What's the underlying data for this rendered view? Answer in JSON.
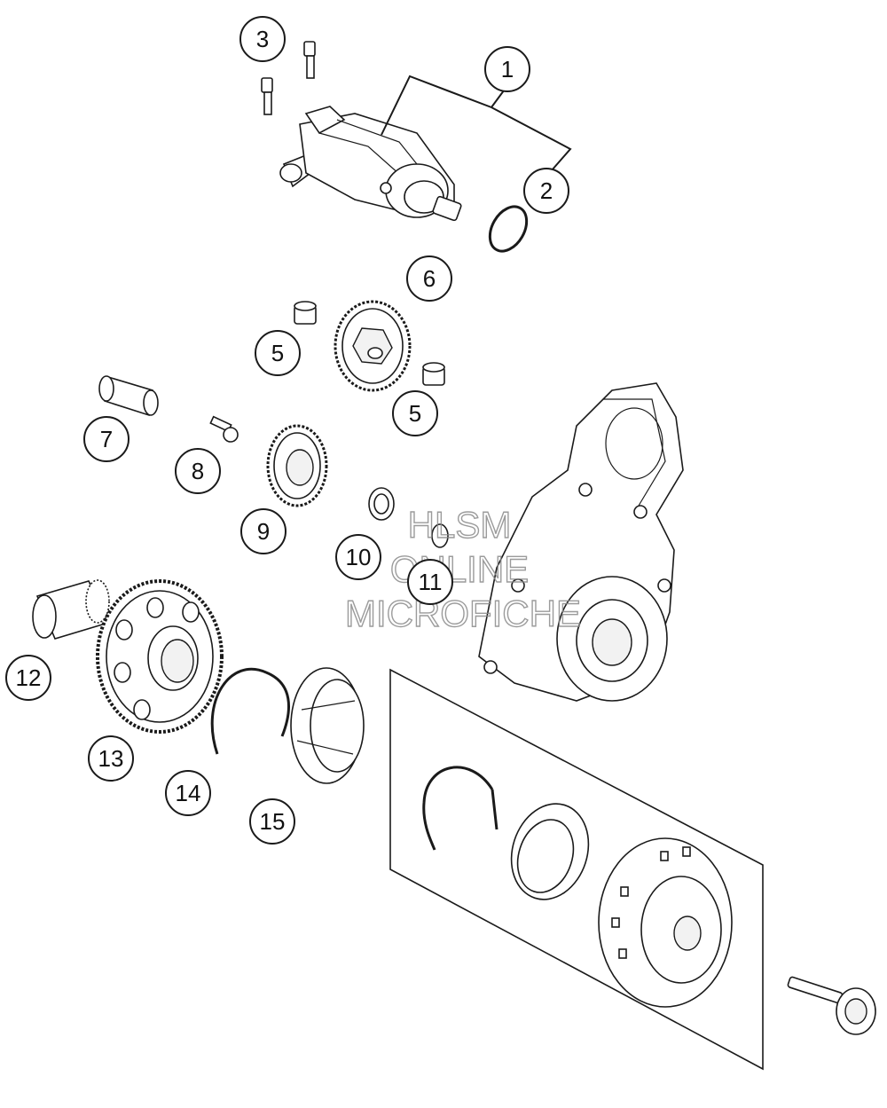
{
  "callouts": {
    "c1": "1",
    "c2": "2",
    "c3": "3",
    "c5a": "5",
    "c5b": "5",
    "c6": "6",
    "c7": "7",
    "c8": "8",
    "c9": "9",
    "c10": "10",
    "c11": "11",
    "c12": "12",
    "c13": "13",
    "c14": "14",
    "c15": "15"
  },
  "watermark": {
    "line1": "HLSM",
    "line2": "ONLINE",
    "line3": "MICROFICHE"
  }
}
